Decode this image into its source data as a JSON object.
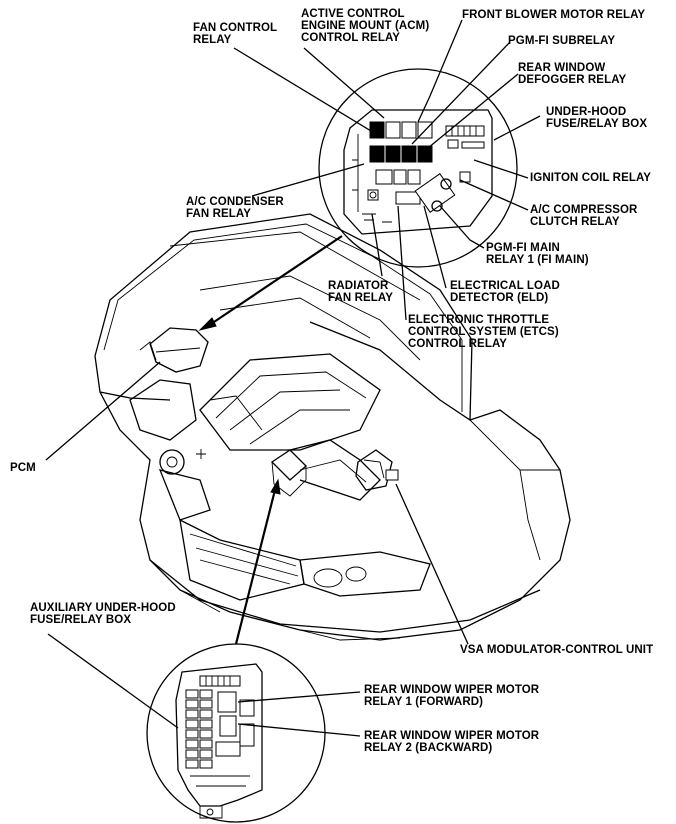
{
  "labels": {
    "fan_control_relay": [
      "FAN CONTROL",
      "RELAY"
    ],
    "acm_control_relay": [
      "ACTIVE CONTROL",
      "ENGINE MOUNT (ACM)",
      "CONTROL RELAY"
    ],
    "front_blower_motor_relay": [
      "FRONT BLOWER MOTOR RELAY"
    ],
    "pgm_fi_subrelay": [
      "PGM-FI SUBRELAY"
    ],
    "rear_window_defogger_relay": [
      "REAR WINDOW",
      "DEFOGGER RELAY"
    ],
    "under_hood_fuse_relay_box": [
      "UNDER-HOOD",
      "FUSE/RELAY BOX"
    ],
    "ignition_coil_relay": [
      "IGNITON COIL RELAY"
    ],
    "ac_compressor_clutch_relay": [
      "A/C COMPRESSOR",
      "CLUTCH RELAY"
    ],
    "pgm_fi_main_relay": [
      "PGM-FI MAIN",
      "RELAY 1 (FI MAIN)"
    ],
    "electrical_load_detector": [
      "ELECTRICAL LOAD",
      "DETECTOR (ELD)"
    ],
    "ac_condenser_fan_relay": [
      "A/C CONDENSER",
      "FAN RELAY"
    ],
    "radiator_fan_relay": [
      "RADIATOR",
      "FAN RELAY"
    ],
    "etcs_control_relay": [
      "ELECTRONIC THROTTLE",
      "CONTROL SYSTEM (ETCS)",
      "CONTROL RELAY"
    ],
    "pcm": [
      "PCM"
    ],
    "auxiliary_under_hood_box": [
      "AUXILIARY UNDER-HOOD",
      "FUSE/RELAY BOX"
    ],
    "vsa_modulator": [
      "VSA MODULATOR-CONTROL UNIT"
    ],
    "rear_wiper_relay_1": [
      "REAR WINDOW WIPER MOTOR",
      "RELAY 1 (FORWARD)"
    ],
    "rear_wiper_relay_2": [
      "REAR WINDOW WIPER MOTOR",
      "RELAY 2 (BACKWARD)"
    ]
  }
}
